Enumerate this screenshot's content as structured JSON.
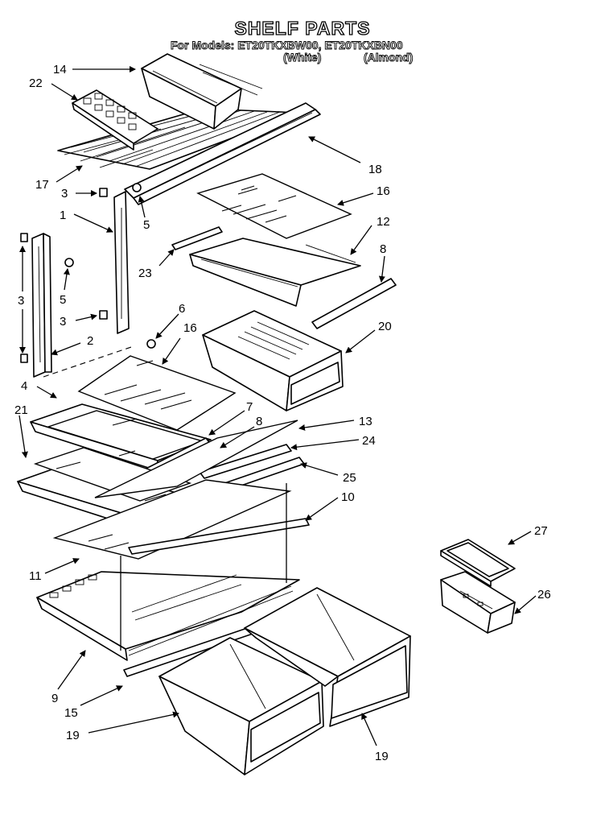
{
  "header": {
    "title": "SHELF PARTS",
    "models_line": "For Models: ET20TKXBW00, ET20TKXBN00",
    "variant_white": "(White)",
    "variant_almond": "(Almond)"
  },
  "callouts": [
    {
      "id": "c14",
      "label": "14"
    },
    {
      "id": "c22",
      "label": "22"
    },
    {
      "id": "c17",
      "label": "17"
    },
    {
      "id": "c3a",
      "label": "3"
    },
    {
      "id": "c1",
      "label": "1"
    },
    {
      "id": "c5a",
      "label": "5"
    },
    {
      "id": "c3b",
      "label": "3"
    },
    {
      "id": "c5b",
      "label": "5"
    },
    {
      "id": "c3c",
      "label": "3"
    },
    {
      "id": "c2",
      "label": "2"
    },
    {
      "id": "c4",
      "label": "4"
    },
    {
      "id": "c6",
      "label": "6"
    },
    {
      "id": "c16a",
      "label": "16"
    },
    {
      "id": "c18",
      "label": "18"
    },
    {
      "id": "c16b",
      "label": "16"
    },
    {
      "id": "c12",
      "label": "12"
    },
    {
      "id": "c23",
      "label": "23"
    },
    {
      "id": "c8a",
      "label": "8"
    },
    {
      "id": "c20",
      "label": "20"
    },
    {
      "id": "c21",
      "label": "21"
    },
    {
      "id": "c7",
      "label": "7"
    },
    {
      "id": "c8b",
      "label": "8"
    },
    {
      "id": "c13",
      "label": "13"
    },
    {
      "id": "c24",
      "label": "24"
    },
    {
      "id": "c25",
      "label": "25"
    },
    {
      "id": "c10",
      "label": "10"
    },
    {
      "id": "c27",
      "label": "27"
    },
    {
      "id": "c11",
      "label": "11"
    },
    {
      "id": "c26",
      "label": "26"
    },
    {
      "id": "c9",
      "label": "9"
    },
    {
      "id": "c15",
      "label": "15"
    },
    {
      "id": "c19a",
      "label": "19"
    },
    {
      "id": "c19b",
      "label": "19"
    }
  ]
}
